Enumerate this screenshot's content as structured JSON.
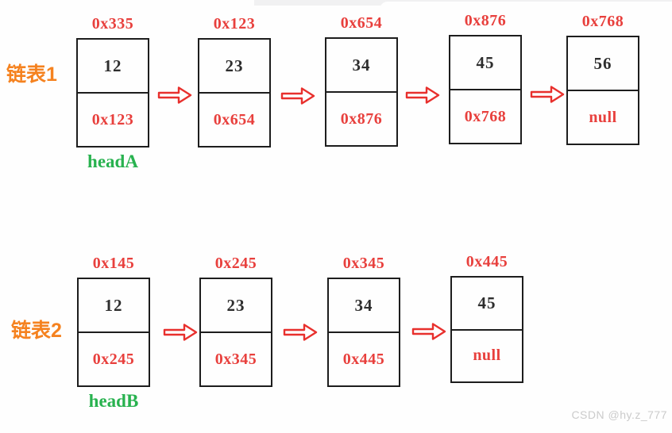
{
  "colors": {
    "address_red": "#e8403d",
    "value_dark": "#2e2e2e",
    "list_label_orange": "#f5821f",
    "head_label_green": "#28b24f",
    "arrow_red": "#e8302d",
    "box_border": "#1d1d1d",
    "watermark_gray": "#cbcbcb",
    "background": "#fefefe"
  },
  "watermark": "CSDN @hy.z_777",
  "lists": [
    {
      "label": "链表1",
      "head_label": "headA",
      "nodes": [
        {
          "address": "0x335",
          "value": "12",
          "next": "0x123"
        },
        {
          "address": "0x123",
          "value": "23",
          "next": "0x654"
        },
        {
          "address": "0x654",
          "value": "34",
          "next": "0x876"
        },
        {
          "address": "0x876",
          "value": "45",
          "next": "0x768"
        },
        {
          "address": "0x768",
          "value": "56",
          "next": "null"
        }
      ]
    },
    {
      "label": "链表2",
      "head_label": "headB",
      "nodes": [
        {
          "address": "0x145",
          "value": "12",
          "next": "0x245"
        },
        {
          "address": "0x245",
          "value": "23",
          "next": "0x345"
        },
        {
          "address": "0x345",
          "value": "34",
          "next": "0x445"
        },
        {
          "address": "0x445",
          "value": "45",
          "next": "null"
        }
      ]
    }
  ]
}
